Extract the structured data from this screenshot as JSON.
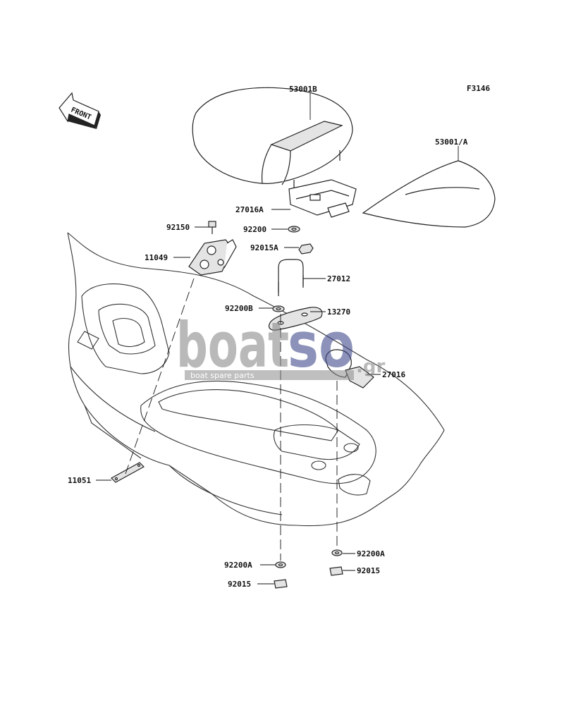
{
  "figure_code": "F3146",
  "front_label": "FRONT",
  "watermark": {
    "brand_part1": "boat",
    "brand_part2": "so",
    "suffix": ".gr",
    "tagline": "boat spare parts"
  },
  "callouts": [
    {
      "id": "53001B",
      "label": "53001B"
    },
    {
      "id": "53001A",
      "label": "53001/A"
    },
    {
      "id": "27016A",
      "label": "27016A"
    },
    {
      "id": "92200",
      "label": "92200"
    },
    {
      "id": "92015A",
      "label": "92015A"
    },
    {
      "id": "92150",
      "label": "92150"
    },
    {
      "id": "11049",
      "label": "11049"
    },
    {
      "id": "27012",
      "label": "27012"
    },
    {
      "id": "92200B",
      "label": "92200B"
    },
    {
      "id": "13270",
      "label": "13270"
    },
    {
      "id": "27016",
      "label": "27016"
    },
    {
      "id": "11051",
      "label": "11051"
    },
    {
      "id": "92200A_right",
      "label": "92200A"
    },
    {
      "id": "92015_right",
      "label": "92015"
    },
    {
      "id": "92200A_left",
      "label": "92200A"
    },
    {
      "id": "92015_left",
      "label": "92015"
    }
  ],
  "colors": {
    "line": "#222222",
    "watermark": "#8a8a8a",
    "watermark_accent": "#3f4a8a"
  }
}
